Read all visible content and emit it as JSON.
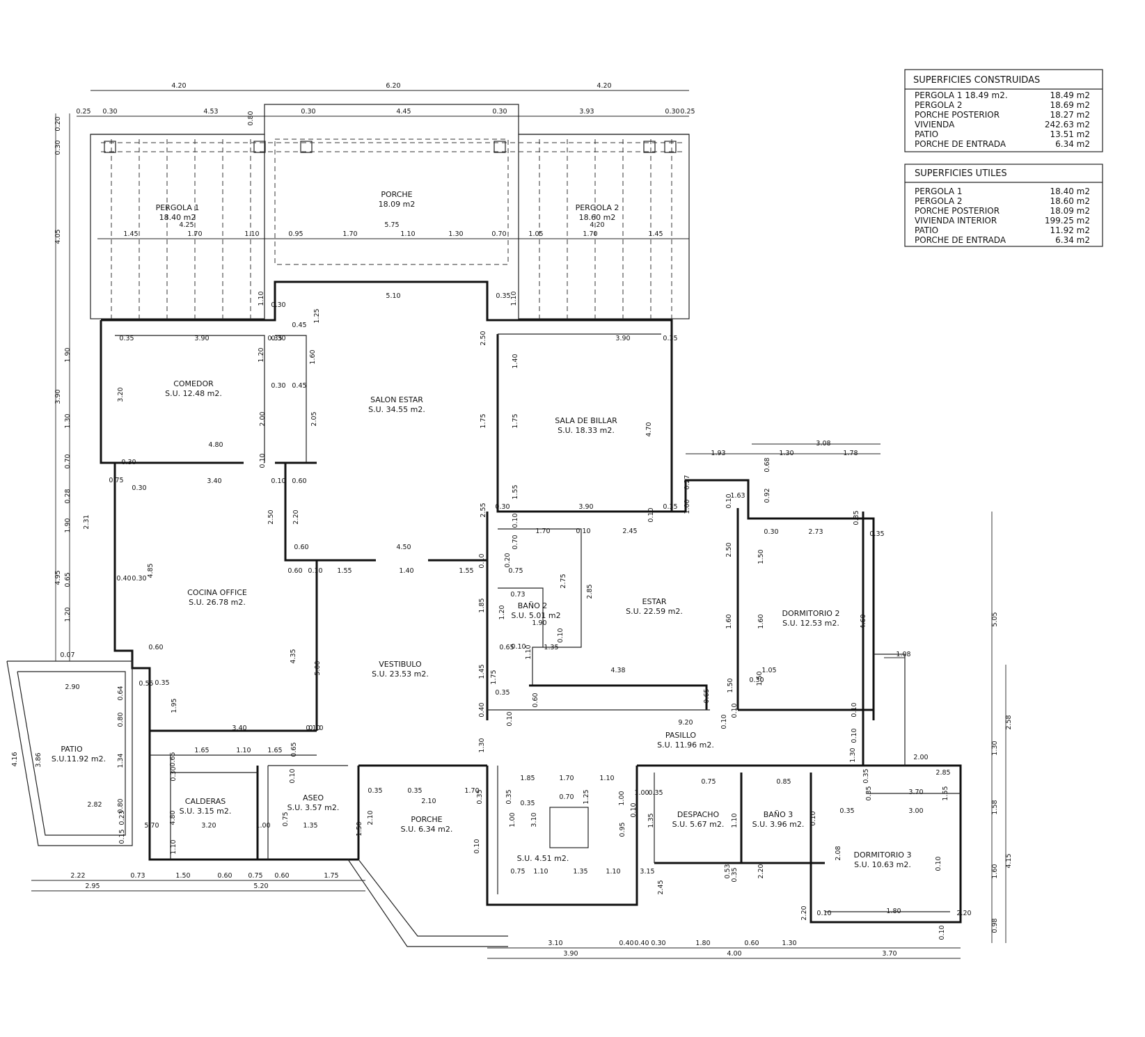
{
  "tables": {
    "construidas": {
      "title": "SUPERFICIES CONSTRUIDAS",
      "rows": [
        {
          "name": "PERGOLA 1 18.49 m2.",
          "value": "18.49 m2"
        },
        {
          "name": "PERGOLA 2",
          "value": "18.69 m2"
        },
        {
          "name": "PORCHE POSTERIOR",
          "value": "18.27 m2"
        },
        {
          "name": "VIVIENDA",
          "value": "242.63 m2"
        },
        {
          "name": "PATIO",
          "value": "13.51 m2"
        },
        {
          "name": "PORCHE DE ENTRADA",
          "value": "6.34 m2"
        }
      ]
    },
    "utiles": {
      "title": "SUPERFICIES UTILES",
      "rows": [
        {
          "name": "PERGOLA 1",
          "value": "18.40 m2"
        },
        {
          "name": "PERGOLA 2",
          "value": "18.60 m2"
        },
        {
          "name": "PORCHE POSTERIOR",
          "value": "18.09 m2"
        },
        {
          "name": "VIVIENDA INTERIOR",
          "value": "199.25 m2"
        },
        {
          "name": "PATIO",
          "value": "11.92 m2"
        },
        {
          "name": "PORCHE DE ENTRADA",
          "value": "6.34 m2"
        }
      ]
    }
  },
  "rooms": [
    {
      "name": "PERGOLA 1",
      "area": "18.40 m2"
    },
    {
      "name": "PORCHE",
      "area": "18.09 m2"
    },
    {
      "name": "PERGOLA 2",
      "area": "18.60 m2"
    },
    {
      "name": "COMEDOR",
      "area": "S.U. 12.48 m2."
    },
    {
      "name": "SALON ESTAR",
      "area": "S.U. 34.55 m2."
    },
    {
      "name": "SALA DE BILLAR",
      "area": "S.U. 18.33 m2."
    },
    {
      "name": "COCINA OFFICE",
      "area": "S.U. 26.78 m2."
    },
    {
      "name": "BAÑO 2",
      "area": "S.U. 5.01 m2"
    },
    {
      "name": "ESTAR",
      "area": "S.U. 22.59 m2."
    },
    {
      "name": "DORMITORIO 2",
      "area": "S.U. 12.53 m2."
    },
    {
      "name": "VESTIBULO",
      "area": "S.U. 23.53 m2."
    },
    {
      "name": "PATIO",
      "area": "S.U.11.92 m2."
    },
    {
      "name": "PASILLO",
      "area": "S.U. 11.96 m2."
    },
    {
      "name": "CALDERAS",
      "area": "S.U. 3.15 m2."
    },
    {
      "name": "ASEO",
      "area": "S.U. 3.57 m2."
    },
    {
      "name": "PORCHE",
      "area": "S.U. 6.34 m2."
    },
    {
      "name": "",
      "area": "S.U. 4.51 m2."
    },
    {
      "name": "DESPACHO",
      "area": "S.U. 5.67 m2."
    },
    {
      "name": "BAÑO 3",
      "area": "S.U. 3.96 m2."
    },
    {
      "name": "DORMITORIO 3",
      "area": "S.U. 10.63 m2."
    }
  ],
  "dimensions": {
    "top_overall": [
      "4.20",
      "6.20",
      "4.20"
    ],
    "top_detail": [
      "0.25",
      "0.30",
      "4.53",
      "0.80",
      "0.30",
      "4.45",
      "0.30",
      "3.93",
      "0.30",
      "0.25"
    ],
    "pergola_row": [
      "4.25",
      "5.75",
      "4.20"
    ],
    "pergola_detail": [
      "1.45",
      "1.70",
      "1.10",
      "0.95",
      "1.70",
      "1.10",
      "1.30",
      "0.70",
      "1.05",
      "1.70",
      "1.45"
    ],
    "left_vertical": [
      "0.20",
      "0.30",
      "4.05",
      "3.90",
      "1.90",
      "1.30",
      "0.70",
      "2.31",
      "0.28",
      "1.90",
      "4.95",
      "0.65",
      "1.20",
      "0.07"
    ],
    "bottom_left": [
      "2.22",
      "0.73",
      "1.50",
      "0.60",
      "0.75",
      "0.60",
      "1.75"
    ],
    "bottom_left_total": [
      "2.95",
      "5.20"
    ],
    "bottom_right": [
      "3.10",
      "0.40",
      "0.40",
      "0.30",
      "1.80",
      "0.60",
      "1.30"
    ],
    "bottom_right_total": [
      "3.90",
      "4.00",
      "3.70"
    ],
    "right_vertical": [
      "5.05",
      "2.58",
      "1.30",
      "1.58",
      "4.15",
      "1.60",
      "0.98"
    ],
    "right_upper": [
      "3.08",
      "1.93",
      "1.30",
      "1.78",
      "0.68",
      "0.92",
      "1.63",
      "1.08"
    ],
    "interior": [
      {
        "t": "0.35"
      },
      {
        "t": "3.90"
      },
      {
        "t": "0.35"
      },
      {
        "t": "5.10"
      },
      {
        "t": "0.35"
      },
      {
        "t": "3.90"
      },
      {
        "t": "0.35"
      },
      {
        "t": "0.30"
      },
      {
        "t": "0.45"
      },
      {
        "t": "0.30"
      },
      {
        "t": "0.30"
      },
      {
        "t": "0.45"
      },
      {
        "t": "1.25"
      },
      {
        "t": "1.10"
      },
      {
        "t": "1.10"
      },
      {
        "t": "1.20"
      },
      {
        "t": "1.60"
      },
      {
        "t": "3.20"
      },
      {
        "t": "2.00"
      },
      {
        "t": "2.05"
      },
      {
        "t": "2.50"
      },
      {
        "t": "1.40"
      },
      {
        "t": "1.75"
      },
      {
        "t": "1.75"
      },
      {
        "t": "4.70"
      },
      {
        "t": "4.80"
      },
      {
        "t": "0.10"
      },
      {
        "t": "0.30"
      },
      {
        "t": "0.75"
      },
      {
        "t": "0.30"
      },
      {
        "t": "3.40"
      },
      {
        "t": "0.10"
      },
      {
        "t": "0.60"
      },
      {
        "t": "2.50"
      },
      {
        "t": "2.20"
      },
      {
        "t": "2.55"
      },
      {
        "t": "1.55"
      },
      {
        "t": "0.30"
      },
      {
        "t": "3.90"
      },
      {
        "t": "0.35"
      },
      {
        "t": "0.10"
      },
      {
        "t": "0.27"
      },
      {
        "t": "1.00"
      },
      {
        "t": "0.60"
      },
      {
        "t": "4.50"
      },
      {
        "t": "0.10"
      },
      {
        "t": "1.70"
      },
      {
        "t": "0.10"
      },
      {
        "t": "2.45"
      },
      {
        "t": "0.10"
      },
      {
        "t": "0.70"
      },
      {
        "t": "0.60"
      },
      {
        "t": "0.10"
      },
      {
        "t": "1.55"
      },
      {
        "t": "1.40"
      },
      {
        "t": "1.55"
      },
      {
        "t": "0.10"
      },
      {
        "t": "0.20"
      },
      {
        "t": "0.75"
      },
      {
        "t": "0.40"
      },
      {
        "t": "0.30"
      },
      {
        "t": "4.85"
      },
      {
        "t": "2.75"
      },
      {
        "t": "2.85"
      },
      {
        "t": "0.73"
      },
      {
        "t": "1.20"
      },
      {
        "t": "1.85"
      },
      {
        "t": "1.90"
      },
      {
        "t": "0.10"
      },
      {
        "t": "2.50"
      },
      {
        "t": "1.50"
      },
      {
        "t": "0.30"
      },
      {
        "t": "2.73"
      },
      {
        "t": "0.35"
      },
      {
        "t": "0.35"
      },
      {
        "t": "1.60"
      },
      {
        "t": "1.60"
      },
      {
        "t": "4.60"
      },
      {
        "t": "0.60"
      },
      {
        "t": "4.35"
      },
      {
        "t": "5.00"
      },
      {
        "t": "0.65"
      },
      {
        "t": "0.10"
      },
      {
        "t": "1.35"
      },
      {
        "t": "1.10"
      },
      {
        "t": "1.45"
      },
      {
        "t": "1.75"
      },
      {
        "t": "4.38"
      },
      {
        "t": "1.05"
      },
      {
        "t": "1.50"
      },
      {
        "t": "0.30"
      },
      {
        "t": "1.50"
      },
      {
        "t": "0.35"
      },
      {
        "t": "0.40"
      },
      {
        "t": "0.60"
      },
      {
        "t": "0.65"
      },
      {
        "t": "0.10"
      },
      {
        "t": "0.10"
      },
      {
        "t": "0.10"
      },
      {
        "t": "9.20"
      },
      {
        "t": "0.10"
      },
      {
        "t": "1.30"
      },
      {
        "t": "0.10"
      },
      {
        "t": "0.10"
      },
      {
        "t": "1.30"
      },
      {
        "t": "2.00"
      },
      {
        "t": "2.90"
      },
      {
        "t": "0.55"
      },
      {
        "t": "0.35"
      },
      {
        "t": "0.64"
      },
      {
        "t": "0.80"
      },
      {
        "t": "1.95"
      },
      {
        "t": "3.86"
      },
      {
        "t": "4.16"
      },
      {
        "t": "1.34"
      },
      {
        "t": "0.80"
      },
      {
        "t": "2.82"
      },
      {
        "t": "0.23"
      },
      {
        "t": "0.15"
      },
      {
        "t": "3.40"
      },
      {
        "t": "0.10"
      },
      {
        "t": "1.65"
      },
      {
        "t": "1.10"
      },
      {
        "t": "1.65"
      },
      {
        "t": "0.65"
      },
      {
        "t": "0.65"
      },
      {
        "t": "0.30"
      },
      {
        "t": "0.10"
      },
      {
        "t": "4.80"
      },
      {
        "t": "3.20"
      },
      {
        "t": "5.70"
      },
      {
        "t": "1.10"
      },
      {
        "t": "0.75"
      },
      {
        "t": "1.35"
      },
      {
        "t": "1.00"
      },
      {
        "t": "1.50"
      },
      {
        "t": "2.10"
      },
      {
        "t": "0.35"
      },
      {
        "t": "0.35"
      },
      {
        "t": "1.70"
      },
      {
        "t": "2.10"
      },
      {
        "t": "0.35"
      },
      {
        "t": "0.35"
      },
      {
        "t": "1.85"
      },
      {
        "t": "0.35"
      },
      {
        "t": "1.70"
      },
      {
        "t": "1.00"
      },
      {
        "t": "3.10"
      },
      {
        "t": "0.70"
      },
      {
        "t": "1.25"
      },
      {
        "t": "1.10"
      },
      {
        "t": "1.00"
      },
      {
        "t": "0.95"
      },
      {
        "t": "0.10"
      },
      {
        "t": "0.10"
      },
      {
        "t": "0.75"
      },
      {
        "t": "1.10"
      },
      {
        "t": "1.35"
      },
      {
        "t": "1.10"
      },
      {
        "t": "3.15"
      },
      {
        "t": "2.45"
      },
      {
        "t": "1.00"
      },
      {
        "t": "0.35"
      },
      {
        "t": "1.35"
      },
      {
        "t": "0.75"
      },
      {
        "t": "1.10"
      },
      {
        "t": "0.35"
      },
      {
        "t": "0.85"
      },
      {
        "t": "0.10"
      },
      {
        "t": "0.53"
      },
      {
        "t": "2.20"
      },
      {
        "t": "2.08"
      },
      {
        "t": "2.20"
      },
      {
        "t": "0.10"
      },
      {
        "t": "1.80"
      },
      {
        "t": "2.20"
      },
      {
        "t": "0.10"
      },
      {
        "t": "0.10"
      },
      {
        "t": "3.70"
      },
      {
        "t": "1.55"
      },
      {
        "t": "0.35"
      },
      {
        "t": "3.00"
      },
      {
        "t": "0.35"
      },
      {
        "t": "0.35"
      },
      {
        "t": "2.85"
      },
      {
        "t": "1.90"
      },
      {
        "t": "0.65"
      },
      {
        "t": "1.00"
      },
      {
        "t": "2.00"
      },
      {
        "t": "0.10"
      },
      {
        "t": "0.85"
      },
      {
        "t": "0.30"
      }
    ]
  }
}
